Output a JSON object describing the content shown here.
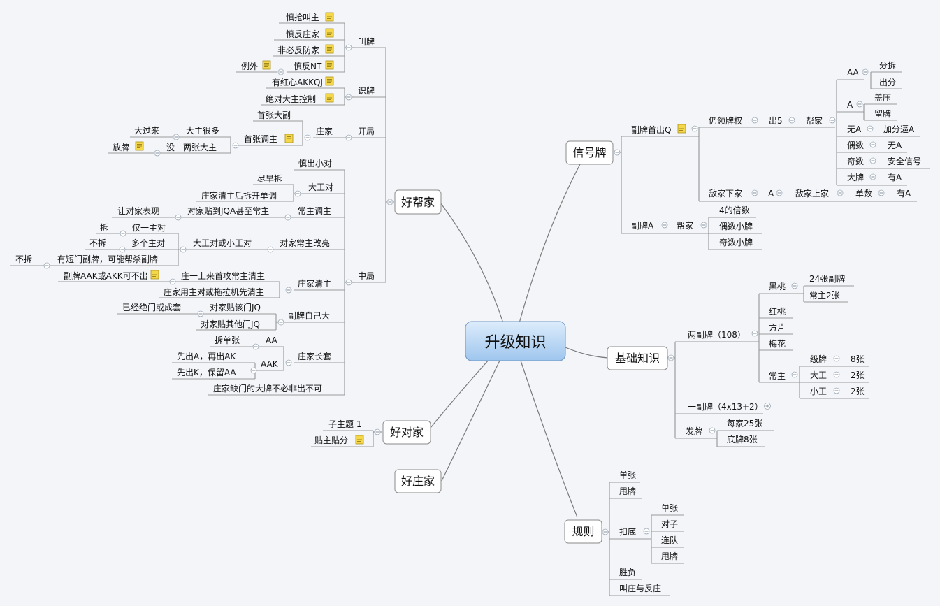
{
  "central": "升级知识",
  "main": {
    "good_partner": "好帮家",
    "good_opponent": "好对家",
    "good_dealer": "好庄家",
    "signal": "信号牌",
    "basics": "基础知识",
    "rules": "规则"
  },
  "partner": {
    "bid": {
      "label": "叫牌",
      "items": [
        "慎抢叫主",
        "慎反庄家",
        "非必反防家",
        "慎反NT"
      ],
      "exception": "例外"
    },
    "recognize": {
      "label": "识牌",
      "items": [
        "有红心AKKQJ",
        "绝对大主控制"
      ]
    },
    "opening": {
      "label": "开局",
      "dealer": "庄家",
      "first_big": "首张大副",
      "first_trump": "首张调主",
      "big_over": "大过来",
      "many_trump": "大主很多",
      "let_go": "放牌",
      "few_trump": "没一两张大主"
    },
    "middle": {
      "label": "中局",
      "careful_pair": "慎出小对",
      "joker_pair": "大王对",
      "split_early": "尽早拆",
      "dealer_split": "庄家清主后拆开单调",
      "trump_call": "常主调主",
      "let_partner": "让对家表现",
      "partner_stick": "对家贴到JQA甚至常主",
      "partner_change": "对家常主改亮",
      "joker_either": "大王对或小王对",
      "split1": "拆",
      "only_one": "仅一主对",
      "nosplit1": "不拆",
      "many_pairs": "多个主对",
      "nosplit2": "不拆",
      "short_suit": "有短门副牌，可能帮杀副牌",
      "dealer_clear": "庄家清主",
      "first_attack": "庄一上来首攻常主清主",
      "aak_side": "副牌AAK或AKK可不出",
      "dealer_tractor": "庄家用主对或拖拉机先清主",
      "side_big": "副牌自己大",
      "void_or_set": "已经绝门或成套",
      "partner_stick_jq": "对家贴该门JQ",
      "partner_other_jq": "对家贴其他门JQ",
      "long_suit": "庄家长套",
      "aa": "AA",
      "split_single": "拆单张",
      "aak": "AAK",
      "a_then_ak": "先出A，再出AK",
      "k_keep_aa": "先出K，保留AA",
      "dealer_void": "庄家缺门的大牌不必非出不可"
    }
  },
  "opponent": {
    "sub1": "子主题 1",
    "stick_points": "贴主贴分"
  },
  "signal": {
    "side_q": "副牌首出Q",
    "still_lead": "仍领牌权",
    "play5": "出5",
    "help": "帮家",
    "aa": "AA",
    "split": "分拆",
    "lead_points": "出分",
    "a": "A",
    "press": "盖压",
    "keep": "留牌",
    "no_a": "无A",
    "force_a": "加分逼A",
    "even": "偶数",
    "no_a2": "无A",
    "odd": "奇数",
    "safe_signal": "安全信号",
    "big": "大牌",
    "has_a": "有A",
    "enemy_down": "敌家下家",
    "a2": "A",
    "enemy_up": "敌家上家",
    "single": "单数",
    "has_a2": "有A",
    "side_a": "副牌A",
    "help2": "帮家",
    "multiple4": "4的倍数",
    "even_small": "偶数小牌",
    "odd_small": "奇数小牌"
  },
  "basics": {
    "two_decks": "两副牌（108）",
    "spade": "黑桃",
    "side24": "24张副牌",
    "trump2": "常主2张",
    "heart": "红桃",
    "diamond": "方片",
    "club": "梅花",
    "const_trump": "常主",
    "rank": "级牌",
    "rank_n": "8张",
    "big_joker": "大王",
    "big_joker_n": "2张",
    "small_joker": "小王",
    "small_joker_n": "2张",
    "one_deck": "一副牌（4x13+2）",
    "deal": "发牌",
    "each25": "每家25张",
    "bottom8": "底牌8张"
  },
  "rules": {
    "single": "单张",
    "throw": "甩牌",
    "kitty": "扣底",
    "k_single": "单张",
    "k_pair": "对子",
    "k_tractor": "连队",
    "k_throw": "甩牌",
    "win_lose": "胜负",
    "call_counter": "叫庄与反庄"
  }
}
